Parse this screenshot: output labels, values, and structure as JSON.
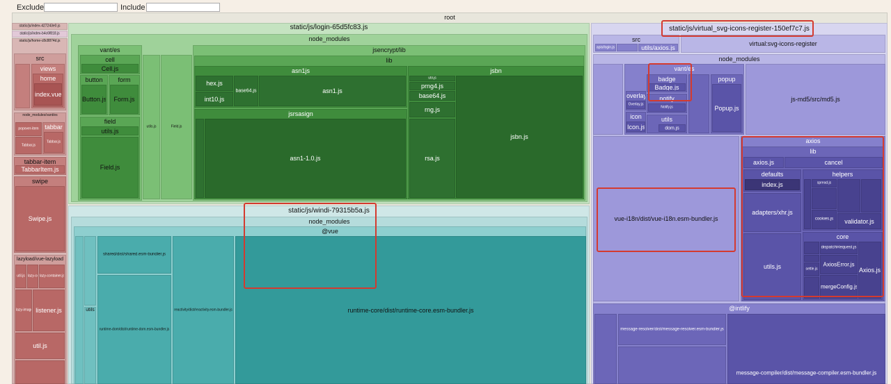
{
  "filter": {
    "exclude_label": "Exclude",
    "include_label": "Include",
    "exclude_value": "",
    "include_value": ""
  },
  "root": "root",
  "left": {
    "idx1": "static/js/index-427243e0.js",
    "idx2": "static/js/index-b4c6f818.js",
    "home": "static/js/home-c8c8874d.js",
    "src": "src",
    "views": "views",
    "home_dir": "home",
    "index_vue": "index.vue",
    "nm_vant": "node_modules/vant/es",
    "tabbar": "tabbar",
    "tabbar_a": "popover-item",
    "tabbar_b": "Tabbar.js",
    "tabbar_c": "Tabbar.js",
    "tabbar_item": "tabbar-item",
    "tabbar_item_js": "TabbarItem.js",
    "swipe": "swipe",
    "swipe_js": "Swipe.js",
    "lazy": "lazyload/vue-lazyload",
    "lazy_a": "util.js",
    "lazy_b": "lazy-component.js",
    "lazy_c": "lazy-container.js",
    "listener_small": "lazy-image.js",
    "listener": "listener.js",
    "util": "util.js"
  },
  "login": {
    "bundle": "static/js/login-65d5fc83.js",
    "nm": "node_modules",
    "vant": "vant/es",
    "cell": "cell",
    "cell_js": "Cell.js",
    "button": "button",
    "button_js": "Button.js",
    "form": "form",
    "form_js": "Form.js",
    "field": "field",
    "utils_js": "utils.js",
    "field_js": "Field.js",
    "small1": "utils.js",
    "small2": "Field.js",
    "jsencrypt": "jsencrypt/lib",
    "lib": "lib",
    "asn1js": "asn1js",
    "hex": "hex.js",
    "int10": "int10.js",
    "base64a": "base64.js",
    "asn1": "asn1.js",
    "jsrsasign": "jsrsasign",
    "asn1_10": "asn1-1.0.js",
    "jsbn": "jsbn",
    "util_js": "util.js",
    "prng4": "prng4.js",
    "base64b": "base64.js",
    "rng": "rng.js",
    "rsa": "rsa.js",
    "jsbn_js": "jsbn.js"
  },
  "windi": {
    "bundle": "static/js/windi-79315b5a.js",
    "nm": "node_modules",
    "vue": "@vue",
    "shared": "shared/dist/shared.esm-bundler.js",
    "runtime_dom": "runtime-dom/dist/runtime-dom.esm-bundler.js",
    "reactivity": "reactivity/dist/reactivity.esm-bundler.js",
    "runtime_core": "runtime-core/dist/runtime-core.esm-bundler.js",
    "utils": "utils"
  },
  "right": {
    "svg_bundle": "static/js/virtual_svg-icons-register-150ef7c7.js",
    "src": "src",
    "utils_axios": "utils/axios.js",
    "src_small": "apis/login.js",
    "svg_reg": "virtual:svg-icons-register",
    "nm": "node_modules",
    "vant": "vant/es",
    "badge": "badge",
    "badge_js": "Badge.js",
    "notify": "notify",
    "notify_js": "Notify.js",
    "overlay": "overlay",
    "overlay_js": "Overlay.js",
    "icon": "icon",
    "icon_js": "Icon.js",
    "utils": "utils",
    "dom_js": "dom.js",
    "popup": "popup",
    "popup_js": "Popup.js",
    "md5": "js-md5/src/md5.js",
    "i18n": "vue-i18n/dist/vue-i18n.esm-bundler.js",
    "axios": "axios",
    "lib": "lib",
    "axios_js": "axios.js",
    "cancel": "cancel",
    "defaults": "defaults",
    "index_js": "index.js",
    "helpers": "helpers",
    "spread": "spread.js",
    "adapters_xhr": "adapters/xhr.js",
    "cookies": "cookies.js",
    "validator": "validator.js",
    "core": "core",
    "utils_js": "utils.js",
    "dispatch": "dispatchRequest.js",
    "axios_error": "AxiosError.js",
    "axios_core": "Axios.js",
    "settle": "settle.js",
    "merge": "mergeConfig.js",
    "intlify": "@intlify",
    "msg_resolver": "message-resolver/dist/message-resolver.esm-bundler.js",
    "msg_compiler": "message-compiler/dist/message-compiler.esm-bundler.js"
  }
}
